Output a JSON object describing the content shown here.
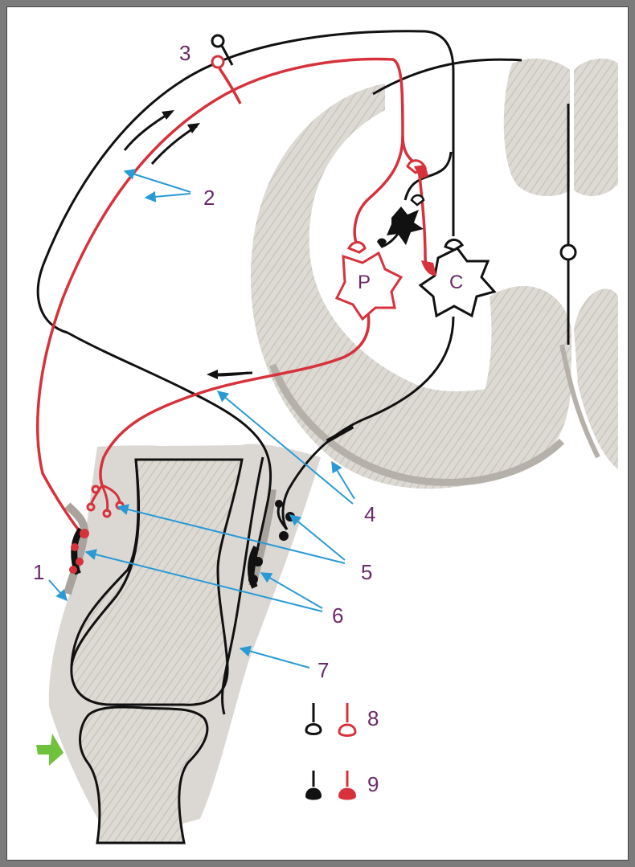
{
  "figure": {
    "cells": {
      "p": "P",
      "c": "C"
    },
    "callouts": [
      "1",
      "2",
      "3",
      "4",
      "5",
      "6",
      "7",
      "8",
      "9"
    ]
  },
  "colors": {
    "red_pathway": "#d7323c",
    "black_pathway": "#111111",
    "tissue_fill": "#dcdad5",
    "tissue_dark": "#b5b0a9",
    "arrow": "#2a9ad6",
    "label": "#6b2a6b",
    "green_marker": "#6fc23c"
  }
}
